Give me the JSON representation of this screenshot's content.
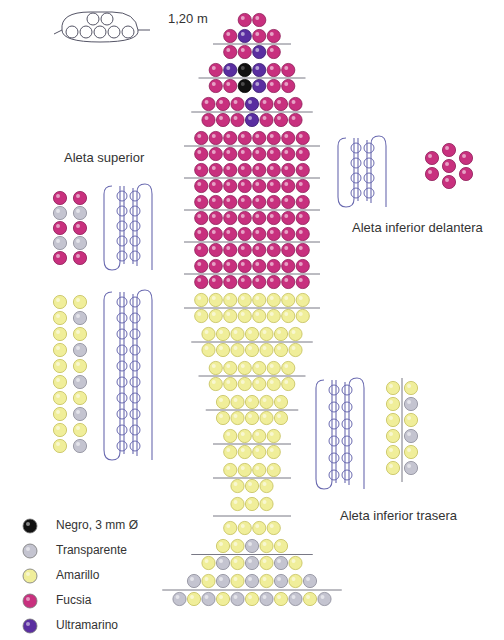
{
  "diagram": {
    "labels": [
      "1,20 m",
      "Aleta superior",
      "Aleta inferior delantera",
      "Aleta inferior trasera"
    ],
    "legend": [
      {
        "text": "Negro, 3 mm Ø",
        "color": "#111111"
      },
      {
        "text": "Transparente",
        "color": "#c4c4d0"
      },
      {
        "text": "Amarillo",
        "color": "#f0ee9a"
      },
      {
        "text": "Fucsia",
        "color": "#c8307e"
      },
      {
        "text": "Ultramarino",
        "color": "#5a2ea0"
      }
    ]
  }
}
